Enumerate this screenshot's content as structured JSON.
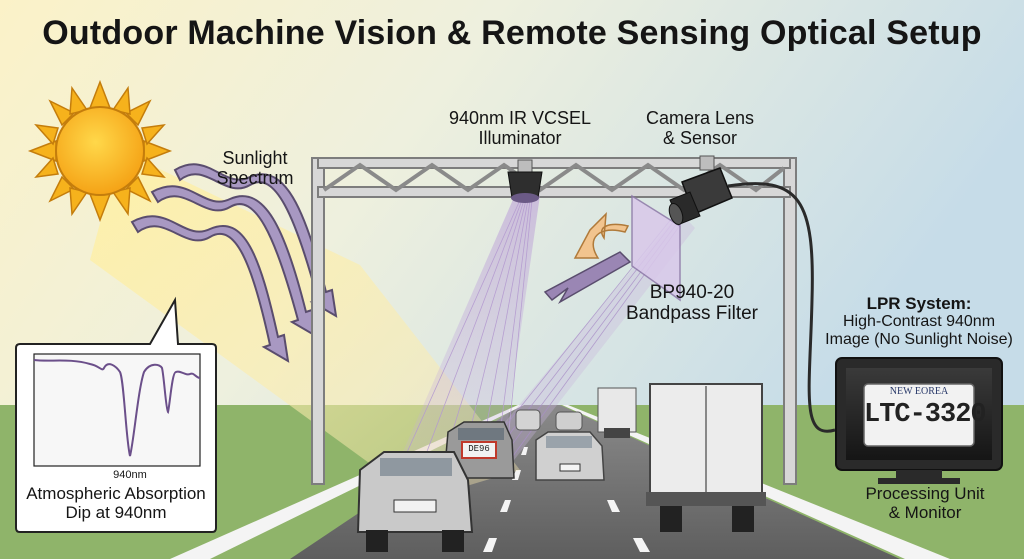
{
  "title": "Outdoor Machine Vision & Remote Sensing Optical Setup",
  "labels": {
    "sunlight_line1": "Sunlight",
    "sunlight_line2": "Spectrum",
    "illuminator_line1": "940nm IR VCSEL",
    "illuminator_line2": "Illuminator",
    "camera_line1": "Camera Lens",
    "camera_line2": "& Sensor",
    "filter_line1": "BP940-20",
    "filter_line2": "Bandpass Filter",
    "lpr_heading": "LPR System:",
    "lpr_line1": "High-Contrast 940nm",
    "lpr_line2": "Image (No Sunlight Noise)",
    "processing_line1": "Processing Unit",
    "processing_line2": "& Monitor",
    "absorption_axis": "940nm",
    "absorption_line1": "Atmospheric Absorption",
    "absorption_line2": "Dip at 940nm"
  },
  "plate": {
    "state": "NEW EOREA",
    "number": "LTC-3320",
    "small_plate_text": "DE96"
  },
  "colors": {
    "sky_top": "#c9dde8",
    "grass": "#8fb46a",
    "road": "#6e6e6e",
    "sun": "#f6b21c",
    "ir_beam": "#9a7fb8",
    "arrow_purple": "#9a86b4",
    "arrow_orange": "#f2c48e"
  },
  "icons": [
    "sun-icon",
    "vcsel-illuminator-icon",
    "camera-icon",
    "monitor-icon",
    "car-icon",
    "truck-icon"
  ]
}
